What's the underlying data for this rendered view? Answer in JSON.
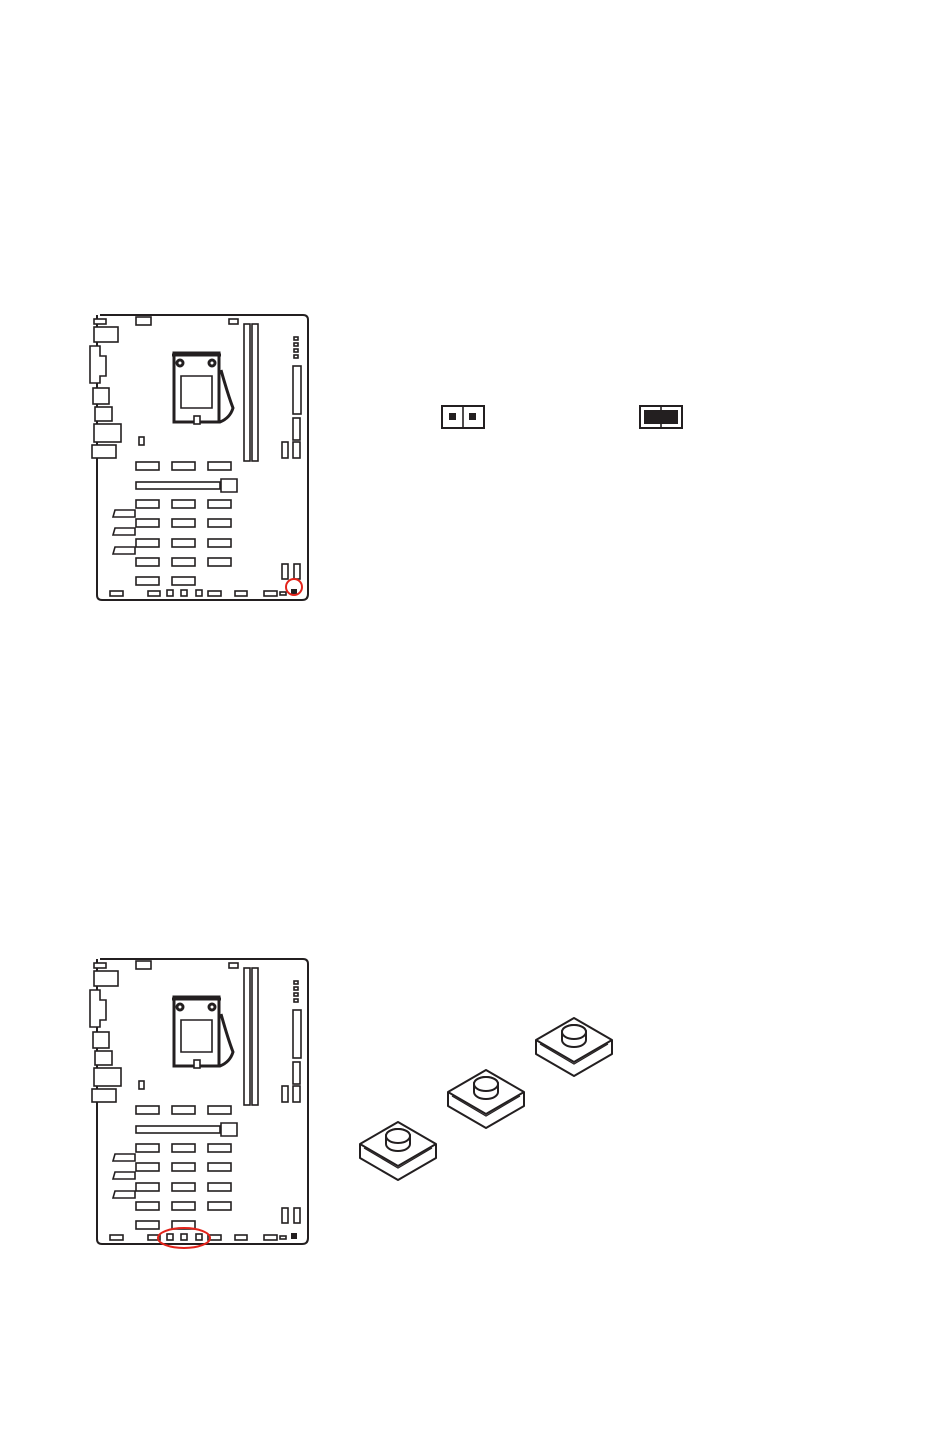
{
  "colors": {
    "line": "#231f20",
    "highlight": "#e2231a",
    "background": "#ffffff"
  },
  "figures": [
    {
      "id": "motherboard-layout-1",
      "highlight": "jumper-bottom-right"
    },
    {
      "id": "jumper-pin-states",
      "states": [
        "open",
        "closed"
      ]
    },
    {
      "id": "motherboard-layout-2",
      "highlight": "buttons-bottom-center"
    },
    {
      "id": "onboard-buttons",
      "count": 3
    }
  ]
}
